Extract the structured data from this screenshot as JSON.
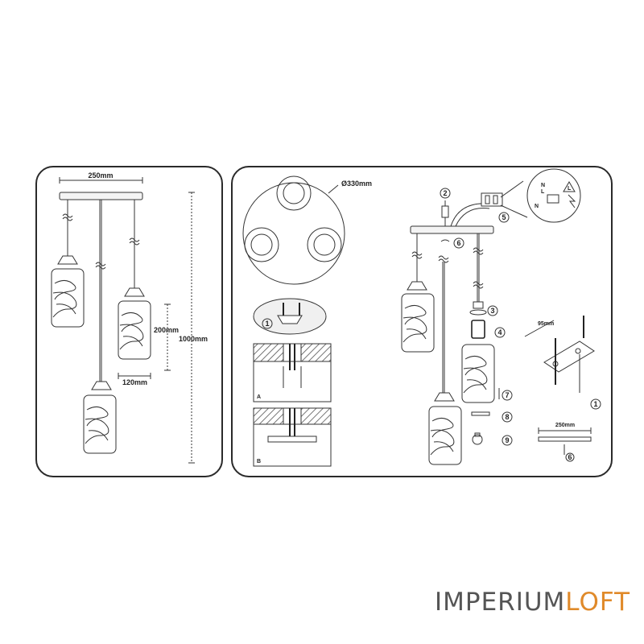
{
  "left_panel": {
    "width_label": "250mm",
    "shade_height_label": "200mm",
    "total_height_label": "1000mm",
    "shade_width_label": "120mm"
  },
  "right_panel": {
    "diameter_label": "Ø330mm",
    "plate_width_label": "250mm",
    "bracket_label": "95mm",
    "letter_a": "A",
    "letter_b": "B",
    "step_numbers": [
      "1",
      "2",
      "3",
      "4",
      "5",
      "6",
      "7",
      "8",
      "9"
    ],
    "wiring_labels": [
      "N",
      "L",
      "N",
      "L"
    ]
  },
  "brand": {
    "part1": "IMPERIUM",
    "part2": "LOFT",
    "accent_color": "#e08a2a"
  }
}
